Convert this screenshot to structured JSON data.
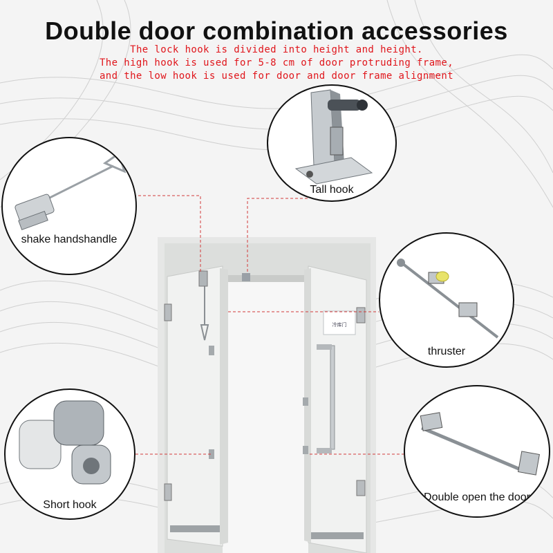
{
  "title": "Double door combination accessories",
  "notes": [
    "The lock hook is divided into height and height.",
    "The high hook is used for 5-8 cm of door protruding frame,",
    "and the low hook is used for door and door frame alignment"
  ],
  "callouts": {
    "tall_hook": "Tall hook",
    "shake_handle": "shake handshandle",
    "thruster": "thruster",
    "short_hook": "Short hook",
    "double_open": "Double open the door"
  },
  "door_sign_text": "冷库门",
  "colors": {
    "title": "#111111",
    "note": "#e0151b",
    "leader_line": "#d23a3a",
    "door_panel": "#f2f3f2",
    "frame": "#e4e6e4"
  },
  "icons": [
    "tall-hook-icon",
    "shake-handle-icon",
    "thruster-icon",
    "short-hook-icon",
    "double-open-bar-icon"
  ]
}
